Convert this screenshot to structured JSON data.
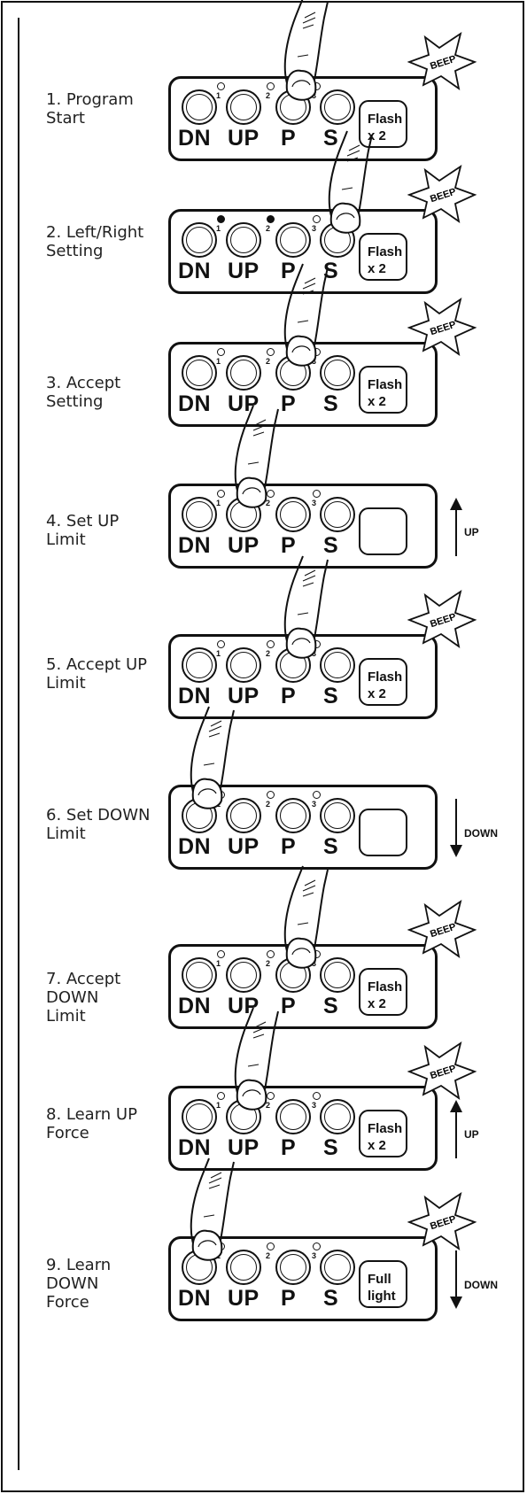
{
  "panel": {
    "keys": [
      "DN",
      "UP",
      "P",
      "S"
    ],
    "led_numbers": [
      "1",
      "2",
      "3"
    ]
  },
  "beep_text": "BEEP",
  "steps": [
    {
      "label": "1. Program\nStart",
      "display": "Flash\nx 2",
      "beep": true,
      "press": "P",
      "leds_on": [],
      "arrow": null,
      "arrow_label": ""
    },
    {
      "label": "2. Left/Right\nSetting",
      "display": "Flash\nx 2",
      "beep": true,
      "press": "S",
      "leds_on": [
        1,
        2
      ],
      "arrow": null,
      "arrow_label": ""
    },
    {
      "label": "3. Accept\nSetting",
      "display": "Flash\nx 2",
      "beep": true,
      "press": "P",
      "leds_on": [],
      "arrow": null,
      "arrow_label": ""
    },
    {
      "label": "4. Set UP\nLimit",
      "display": "",
      "beep": false,
      "press": "UP",
      "leds_on": [],
      "arrow": "up",
      "arrow_label": "UP"
    },
    {
      "label": "5. Accept UP\nLimit",
      "display": "Flash\nx 2",
      "beep": true,
      "press": "P",
      "leds_on": [],
      "arrow": null,
      "arrow_label": ""
    },
    {
      "label": "6. Set DOWN\nLimit",
      "display": "",
      "beep": false,
      "press": "DN",
      "leds_on": [],
      "arrow": "down",
      "arrow_label": "DOWN"
    },
    {
      "label": "7. Accept\nDOWN\nLimit",
      "display": "Flash\nx 2",
      "beep": true,
      "press": "P",
      "leds_on": [],
      "arrow": null,
      "arrow_label": ""
    },
    {
      "label": "8. Learn UP\nForce",
      "display": "Flash\nx 2",
      "beep": true,
      "press": "UP",
      "leds_on": [],
      "arrow": "up",
      "arrow_label": "UP"
    },
    {
      "label": "9. Learn\nDOWN\nForce",
      "display": "Full\nlight",
      "beep": true,
      "press": "DN",
      "leds_on": [],
      "arrow": "down",
      "arrow_label": "DOWN"
    }
  ]
}
